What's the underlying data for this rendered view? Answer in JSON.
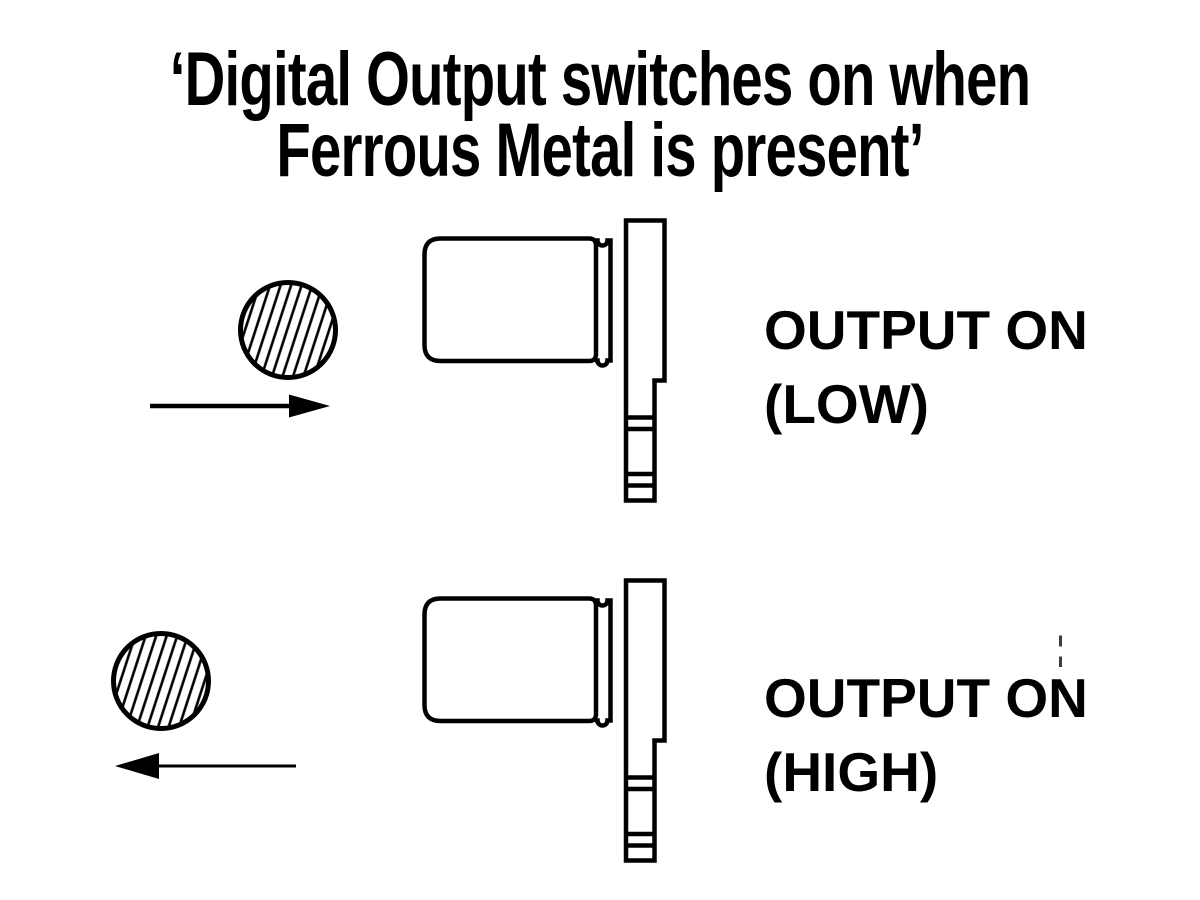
{
  "title": {
    "line1": "‘Digital Output switches on when",
    "line2": "Ferrous Metal is present’"
  },
  "rows": [
    {
      "output_label_line1": "OUTPUT ON",
      "output_label_line2": "(LOW)",
      "ball_icon": "ferrous-metal-ball-hatched-circle",
      "arrow_icon": "arrow-right",
      "sensor_icon": "proximity-sensor-side-view"
    },
    {
      "output_label_line1": "OUTPUT ON",
      "output_label_line2": "(HIGH)",
      "ball_icon": "ferrous-metal-ball-hatched-circle",
      "arrow_icon": "arrow-left",
      "sensor_icon": "proximity-sensor-side-view"
    }
  ],
  "colors": {
    "ink": "#000000",
    "background": "#ffffff",
    "dash_mark": "#3c3c3c"
  }
}
